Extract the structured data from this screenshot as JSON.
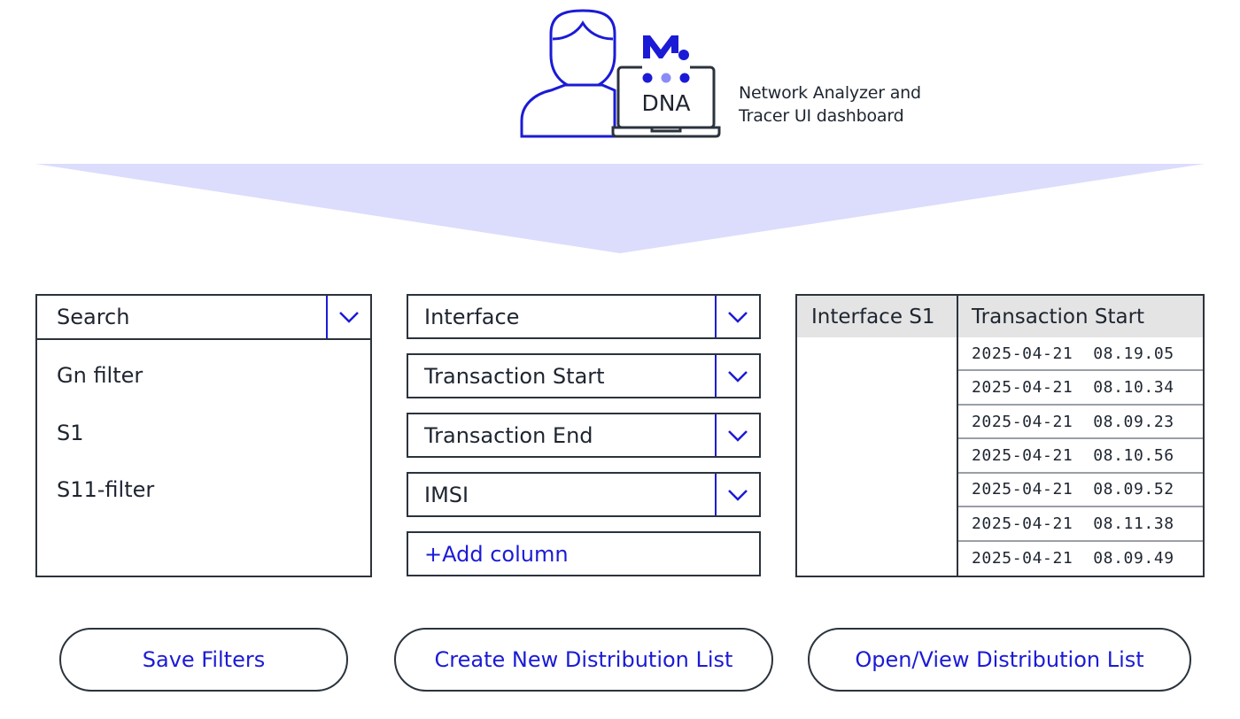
{
  "header": {
    "device_label": "DNA",
    "caption_line1": "Network Analyzer and",
    "caption_line2": "Tracer UI dashboard",
    "icons": [
      "user-icon",
      "laptop-icon",
      "brand-logo-icon"
    ],
    "colors": {
      "accent": "#1b1bd6",
      "funnel": "#dcdcfd",
      "logo_light": "#8a8cf5"
    }
  },
  "search_panel": {
    "value": "Search",
    "filters": [
      "Gn filter",
      "S1",
      "S11-filter"
    ]
  },
  "columns": {
    "dropdowns": [
      "Interface",
      "Transaction Start",
      "Transaction End",
      "IMSI"
    ],
    "add_label": "+Add column"
  },
  "table": {
    "headers": [
      "Interface S1",
      "Transaction Start"
    ],
    "rows": [
      "2025-04-21  08.19.05",
      "2025-04-21  08.10.34",
      "2025-04-21  08.09.23",
      "2025-04-21  08.10.56",
      "2025-04-21  08.09.52",
      "2025-04-21  08.11.38",
      "2025-04-21  08.09.49"
    ]
  },
  "actions": {
    "save": "Save Filters",
    "create": "Create New Distribution List",
    "open": "Open/View Distribution List"
  }
}
